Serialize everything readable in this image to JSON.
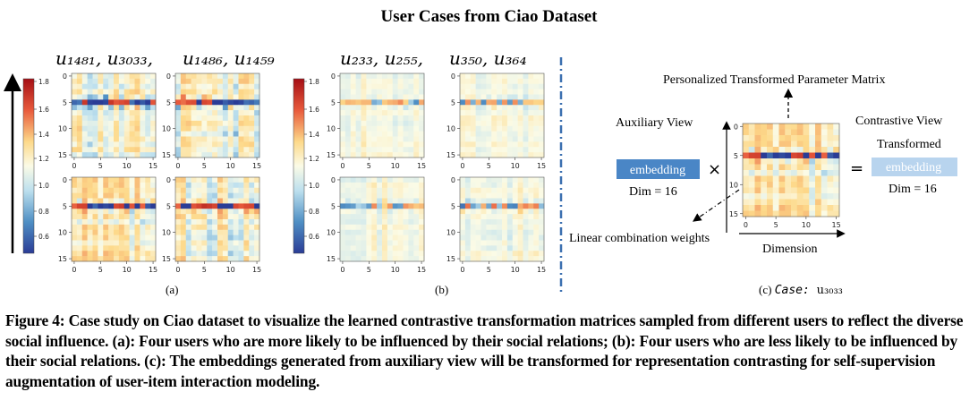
{
  "title": "User Cases from Ciao Dataset",
  "panel_a": {
    "users_left": "u₁₄₈₁,  u₃₀₃₃,",
    "users_right": "u₁₄₈₆,  u₁₄₅₉",
    "label": "(a)"
  },
  "panel_b": {
    "users_left": "u₂₃₃,  u₂₅₅,",
    "users_right": "u₃₅₀,  u₃₆₄",
    "label": "(b)"
  },
  "panel_c": {
    "top_label": "Personalized Transformed Parameter Matrix",
    "auxiliary_view": "Auxiliary View",
    "contrastive_view": "Contrastive View",
    "transformed": "Transformed",
    "embedding": "embedding",
    "dim_left": "Dim = 16",
    "dim_right": "Dim = 16",
    "times": "×",
    "equals": "=",
    "linear_weights": "Linear combination weights",
    "dimension": "Dimension",
    "caption_prefix": "(c) ",
    "caption_case": "Case: ",
    "caption_user": "u₃₀₃₃"
  },
  "colorbar_a": {
    "ticks": [
      "1.8",
      "1.6",
      "1.4",
      "1.2",
      "1.0",
      "0.8",
      "0.6"
    ]
  },
  "colorbar_b": {
    "ticks": [
      "1.8",
      "1.6",
      "1.4",
      "1.2",
      "1.0",
      "0.8",
      "0.6"
    ]
  },
  "axis_ticks": [
    "0",
    "5",
    "10",
    "15"
  ],
  "caption": "Figure 4: Case study on Ciao dataset to visualize the learned contrastive transformation matrices sampled from different users to reflect the diverse social influence. (a): Four users who are more likely to be influenced by their social relations; (b): Four users who are less likely to be influenced by their social relations. (c): The embeddings generated from auxiliary view will be transformed for representation contrasting for self-supervision augmentation of user-item interaction modeling.",
  "colors": {
    "embedding_dark": "#4a86c6",
    "embedding_light": "#b8d4ee"
  }
}
